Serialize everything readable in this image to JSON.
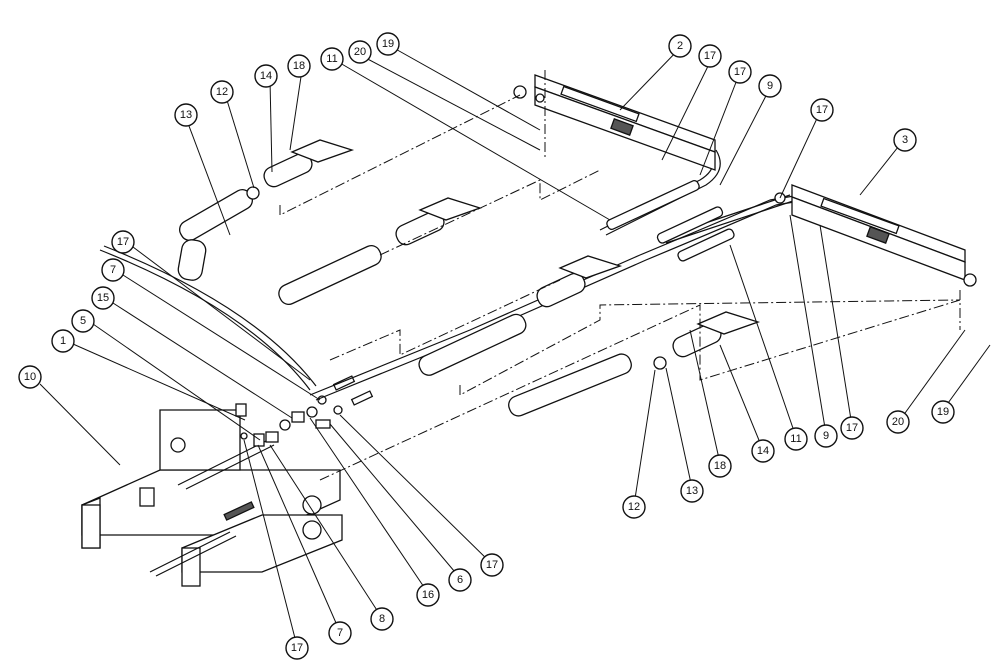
{
  "diagram": {
    "callouts": [
      {
        "id": "c10",
        "label": "10"
      },
      {
        "id": "c1",
        "label": "1"
      },
      {
        "id": "c5",
        "label": "5"
      },
      {
        "id": "c15",
        "label": "15"
      },
      {
        "id": "c7a",
        "label": "7"
      },
      {
        "id": "c17a",
        "label": "17"
      },
      {
        "id": "c13a",
        "label": "13"
      },
      {
        "id": "c12a",
        "label": "12"
      },
      {
        "id": "c14a",
        "label": "14"
      },
      {
        "id": "c18a",
        "label": "18"
      },
      {
        "id": "c11a",
        "label": "11"
      },
      {
        "id": "c20a",
        "label": "20"
      },
      {
        "id": "c19a",
        "label": "19"
      },
      {
        "id": "c2",
        "label": "2"
      },
      {
        "id": "c17b",
        "label": "17"
      },
      {
        "id": "c17c",
        "label": "17"
      },
      {
        "id": "c9a",
        "label": "9"
      },
      {
        "id": "c17d",
        "label": "17"
      },
      {
        "id": "c3",
        "label": "3"
      },
      {
        "id": "c20b",
        "label": "20"
      },
      {
        "id": "c19b",
        "label": "19"
      },
      {
        "id": "c17e",
        "label": "17"
      },
      {
        "id": "c9b",
        "label": "9"
      },
      {
        "id": "c11b",
        "label": "11"
      },
      {
        "id": "c14b",
        "label": "14"
      },
      {
        "id": "c18b",
        "label": "18"
      },
      {
        "id": "c13b",
        "label": "13"
      },
      {
        "id": "c12b",
        "label": "12"
      },
      {
        "id": "c17f",
        "label": "17"
      },
      {
        "id": "c6",
        "label": "6"
      },
      {
        "id": "c16",
        "label": "16"
      },
      {
        "id": "c8",
        "label": "8"
      },
      {
        "id": "c7b",
        "label": "7"
      },
      {
        "id": "c17g",
        "label": "17"
      }
    ]
  }
}
